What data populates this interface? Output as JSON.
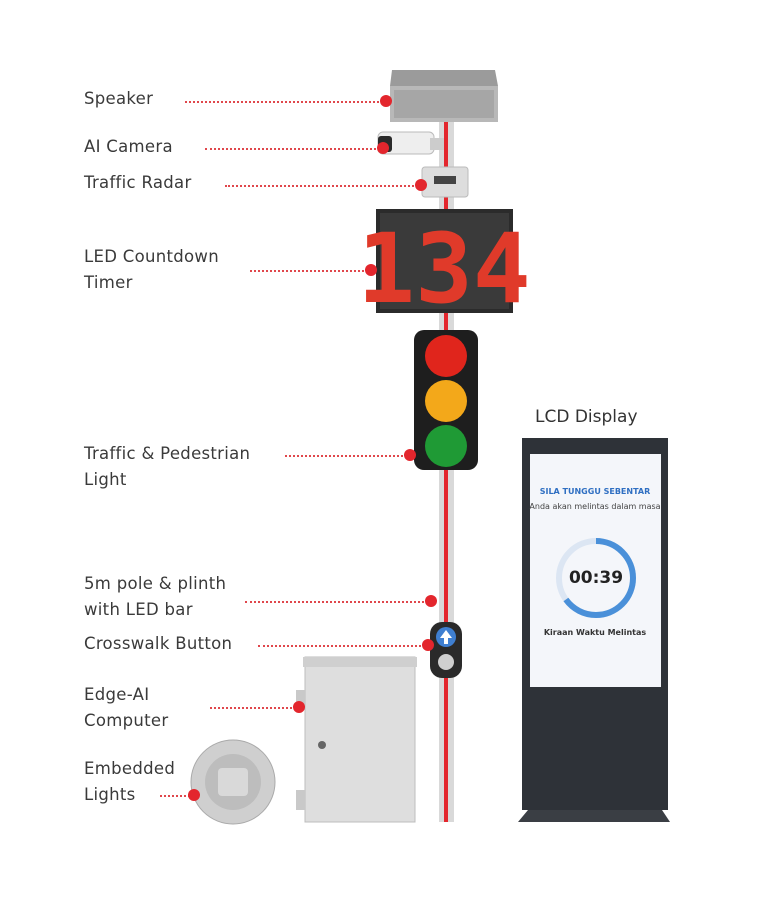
{
  "labels": {
    "speaker": [
      "Speaker"
    ],
    "ai_camera": [
      "AI Camera"
    ],
    "traffic_radar": [
      "Traffic Radar"
    ],
    "led_countdown": [
      "LED Countdown",
      "Timer"
    ],
    "traffic_light": [
      "Traffic & Pedestrian",
      "Light"
    ],
    "pole": [
      "5m pole & plinth",
      "with LED bar"
    ],
    "crosswalk_button": [
      "Crosswalk Button"
    ],
    "edge_ai": [
      "Edge-AI",
      "Computer"
    ],
    "embedded_lights": [
      "Embedded",
      "Lights"
    ]
  },
  "lcd": {
    "title": "LCD Display",
    "header": "SILA TUNGGU SEBENTAR",
    "subtext": "Anda akan melintas dalam masa",
    "time": "00:39",
    "footer": "Kiraan Waktu Melintas",
    "progress": 0.65
  },
  "countdown": {
    "value": "134"
  },
  "colors": {
    "accent": "#e3262d",
    "red_light": "#e0251c",
    "amber_light": "#f3a81a",
    "green_light": "#1f9a35",
    "lcd_ring": "#4a90d9"
  },
  "icons": {
    "crosswalk_button": "arrow-up-icon"
  }
}
